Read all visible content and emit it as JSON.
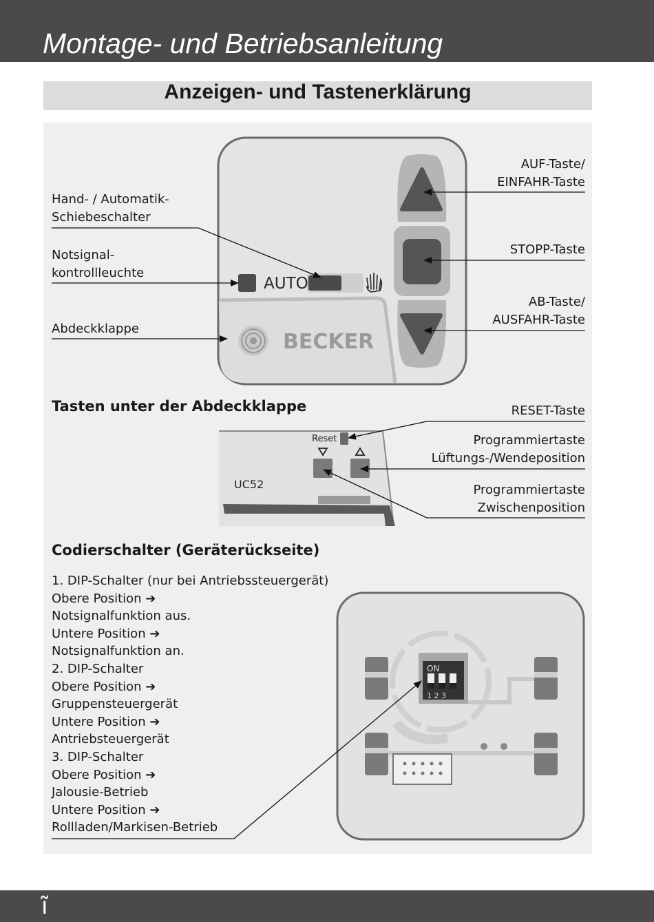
{
  "header": {
    "title": "Montage- und Betriebsanleitung"
  },
  "section": {
    "title": "Anzeigen- und Tastenerklärung"
  },
  "remote": {
    "auto_label": "AUTO",
    "brand": "BECKER",
    "labels": {
      "auf_line1": "AUF-Taste/",
      "auf_line2": "EINFAHR-Taste",
      "hand_line1": "Hand- / Automatik-",
      "hand_line2": "Schiebeschalter",
      "stopp": "STOPP-Taste",
      "notsignal_line1": "Notsignal-",
      "notsignal_line2": "kontrollleuchte",
      "ab_line1": "AB-Taste/",
      "ab_line2": "AUSFAHR-Taste",
      "abdeckklappe": "Abdeckklappe"
    }
  },
  "under_cover": {
    "heading": "Tasten unter der Abdeckklappe",
    "reset_small": "Reset",
    "model": "UC52",
    "labels": {
      "reset": "RESET-Taste",
      "prog_lueft_line1": "Programmiertaste",
      "prog_lueft_line2": "Lüftungs-/Wendeposition",
      "prog_zwischen_line1": "Programmiertaste",
      "prog_zwischen_line2": "Zwischenposition"
    }
  },
  "coding": {
    "heading": "Codierschalter (Geräterückseite)",
    "dip_on": "ON",
    "dip_numbers": "1 2 3",
    "lines": [
      "1. DIP-Schalter (nur bei Antriebssteuergerät)",
      "Obere Position ➔",
      "Notsignalfunktion aus.",
      "Untere Position ➔",
      "Notsignalfunktion an.",
      "2. DIP-Schalter",
      "Obere Position ➔",
      "Gruppensteuergerät",
      "Untere Position ➔",
      "Antriebsteuergerät",
      "3. DIP-Schalter",
      "Obere Position ➔",
      "Jalousie-Betrieb",
      "Untere Position ➔",
      "Rollladen/Markisen-Betrieb"
    ]
  },
  "footer": {
    "symbol": "ĩ"
  },
  "colors": {
    "header_bg": "#4a4a4a",
    "panel_bg": "#efefef",
    "section_bg": "#dcdcdc"
  }
}
